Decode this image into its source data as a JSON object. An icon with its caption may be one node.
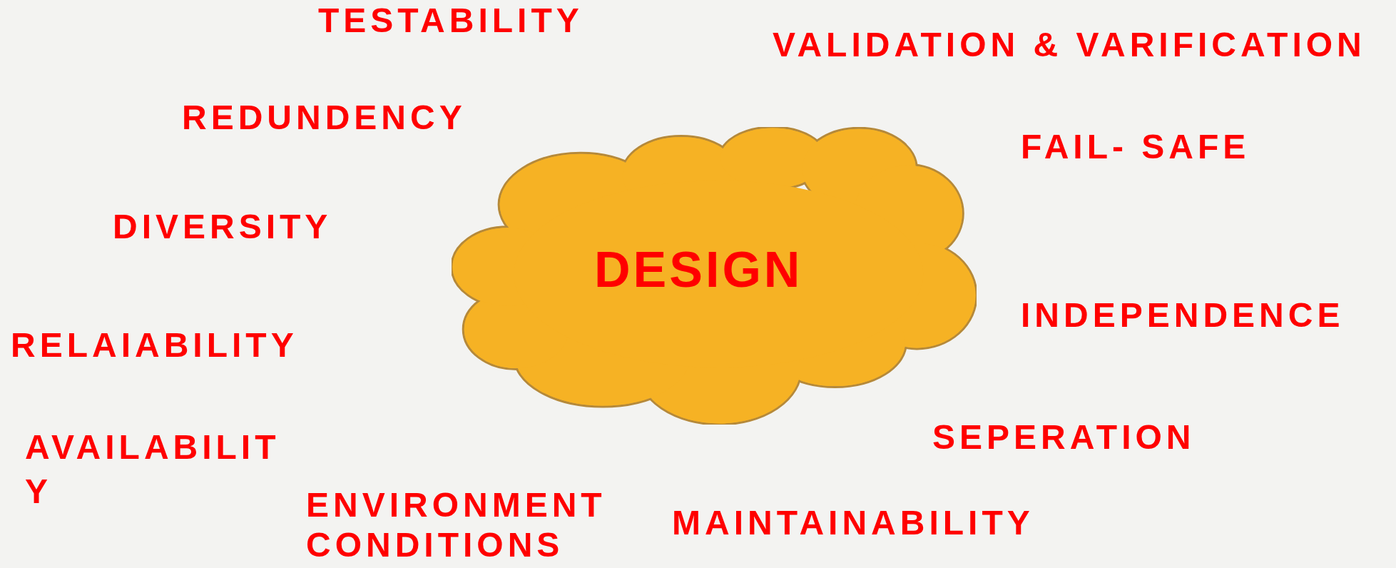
{
  "diagram": {
    "nodes": [
      {
        "text": [
          "DESIGN"
        ]
      }
    ],
    "labels": [
      "TESTABILITY",
      "VALIDATION & VARIFICATION",
      "REDUNDENCY",
      "FAIL- SAFE",
      "DIVERSITY",
      "INDEPENDENCE",
      "RELAIABILITY",
      "AVAILABILITY",
      "SEPERATION",
      "ENVIRONMENT CONDITIONS",
      "MAINTAINABILITY"
    ]
  }
}
